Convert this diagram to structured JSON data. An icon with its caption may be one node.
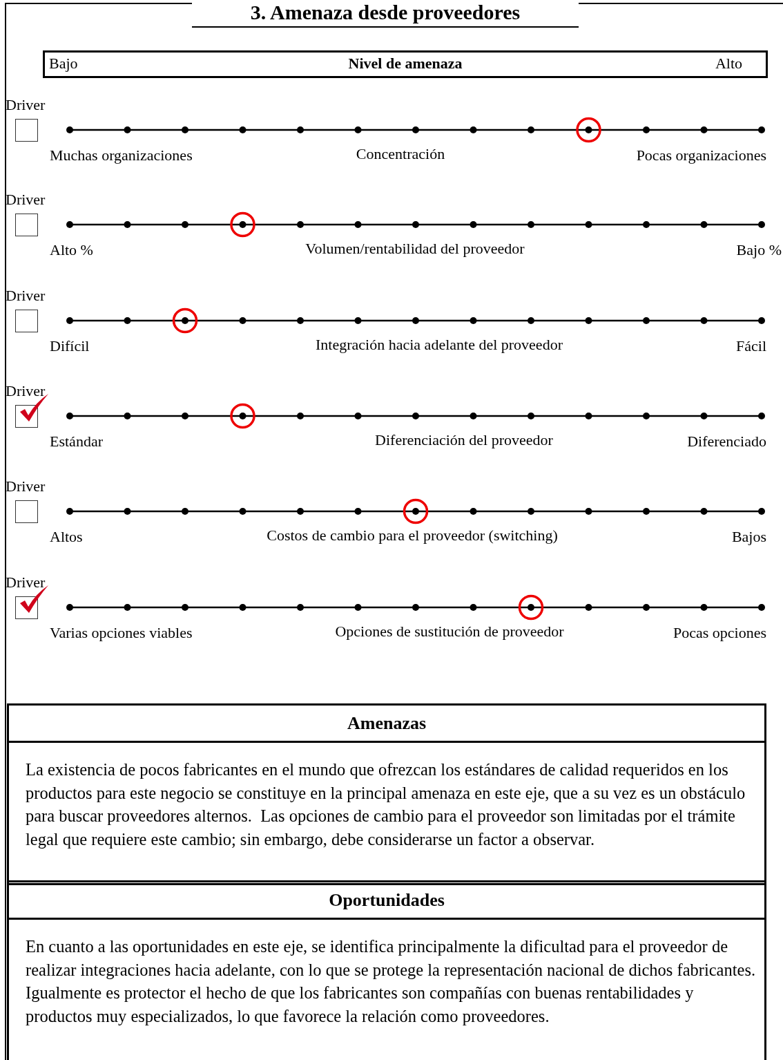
{
  "diagram": {
    "title": "3. Amenaza desde proveedores",
    "nodes": [
      {
        "text": [
          "Bajo",
          "Nivel de amenaza",
          "Alto"
        ]
      },
      {
        "text": [
          "Amenazas",
          "La existencia de pocos fabricantes en el mundo que ofrezcan los estándares de calidad requeridos en los productos para este negocio se constituye en la principal amenaza en este eje, que a su vez es un obstáculo para buscar proveedores alternos.  Las opciones de cambio para el proveedor son limitadas por el trámite legal que requiere este cambio; sin embargo, debe considerarse un factor a observar."
        ]
      },
      {
        "text": [
          "Oportunidades",
          "En cuanto a las oportunidades en este eje, se identifica principalmente la dificultad para el proveedor de realizar integraciones hacia adelante, con lo que se protege la representación nacional de dichos fabricantes.  Igualmente es protector el hecho de que los fabricantes son compañías con buenas rentabilidades y productos muy especializados, lo que favorece la relación como proveedores."
        ]
      }
    ],
    "labels": [
      "Driver",
      "Muchas organizaciones",
      "Concentración",
      "Pocas organizaciones",
      "Driver",
      "Alto %",
      "Volumen/rentabilidad del proveedor",
      "Bajo %",
      "Driver",
      "Difícil",
      "Integración hacia adelante del proveedor",
      "Fácil",
      "Driver",
      "Estándar",
      "Diferenciación del proveedor",
      "Diferenciado",
      "Driver",
      "Altos",
      "Costos de cambio para el proveedor (switching)",
      "Bajos",
      "Driver",
      "Varias opciones viables",
      "Opciones de sustitución de proveedor",
      "Pocas opciones"
    ]
  }
}
